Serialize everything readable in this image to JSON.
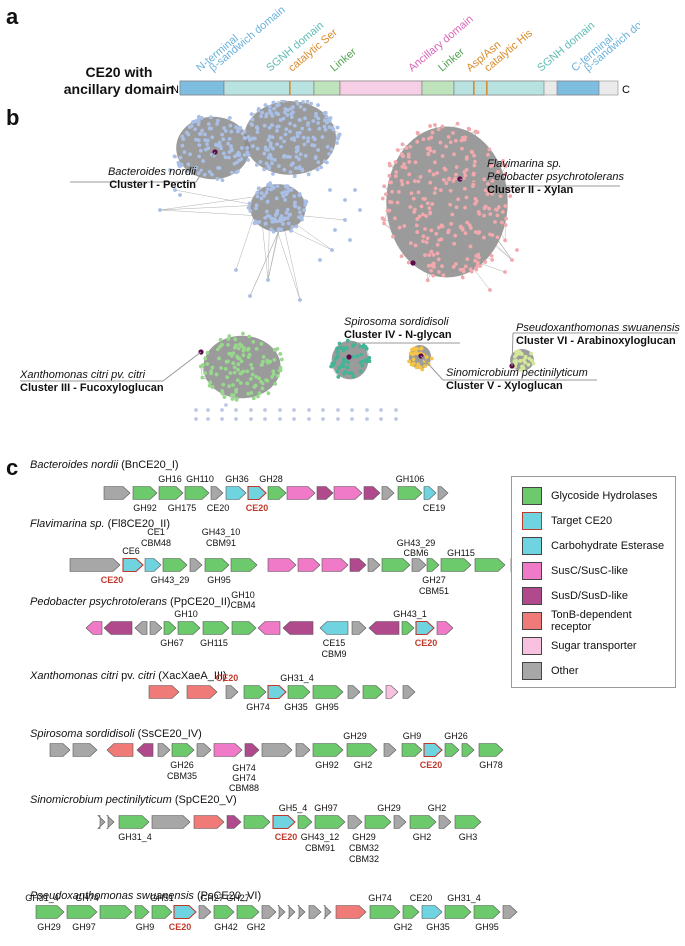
{
  "panels": {
    "a": "a",
    "b": "b",
    "c": "c"
  },
  "domain_architecture": {
    "title_line1": "CE20 with",
    "title_line2": "ancillary domain",
    "n_term": "N",
    "c_term": "C",
    "labels": [
      {
        "text": "N-terminal",
        "color": "#6ab2da"
      },
      {
        "text": "β-sandwich domain",
        "color": "#6ab2da"
      },
      {
        "text": "SGNH domain",
        "color": "#5fbcb4"
      },
      {
        "text": "catalytic Ser",
        "color": "#d98a2a"
      },
      {
        "text": "Linker",
        "color": "#4fa34f"
      },
      {
        "text": "Ancillary domain",
        "color": "#d766b8"
      },
      {
        "text": "Linker",
        "color": "#4fa34f"
      },
      {
        "text": "Asp/Asn",
        "color": "#d98a2a"
      },
      {
        "text": "catalytic His",
        "color": "#d98a2a"
      },
      {
        "text": "SGNH domain",
        "color": "#5fbcb4"
      },
      {
        "text": "C-terminal",
        "color": "#6ab2da"
      },
      {
        "text": "β-sandwich domain",
        "color": "#6ab2da"
      }
    ],
    "colors": {
      "sandwich": "#7fbde0",
      "sgnh": "#b8e2df",
      "linker": "#bfe3bd",
      "ancillary": "#f6cfe6",
      "site": "#d98a2a",
      "tail": "#e9e9e9"
    }
  },
  "clusters": [
    {
      "species": "Bacteroides nordii",
      "cluster": "Cluster I - Pectin",
      "color": "#a9bfe6"
    },
    {
      "species1": "Flavimarina sp.",
      "species2": "Pedobacter psychrotolerans",
      "cluster": "Cluster II - Xylan",
      "color": "#f2a9ad"
    },
    {
      "species": "Spirosoma sordidisoli",
      "cluster": "Cluster IV - N-glycan",
      "color": "#43b497"
    },
    {
      "species": "Pseudoxanthomonas swuanensis",
      "cluster": "Cluster VI - Arabinoxyloglucan",
      "color": "#d4e89a"
    },
    {
      "species": "Xanthomonas citri pv. citri",
      "cluster": "Cluster III - Fucoxyloglucan",
      "color": "#98d88c"
    },
    {
      "species": "Sinomicrobium pectinilyticum",
      "cluster": "Cluster V - Xyloglucan",
      "color": "#f6c445"
    }
  ],
  "legend": [
    {
      "label": "Glycoside Hydrolases",
      "color": "#6cc96c"
    },
    {
      "label": "Target CE20",
      "color": "#6fd3e0"
    },
    {
      "label": "Carbohydrate Esterase",
      "color": "#6fd3e0"
    },
    {
      "label": "SusC/SusC-like",
      "color": "#f07ac8"
    },
    {
      "label": "SusD/SusD-like",
      "color": "#b04a8c"
    },
    {
      "label": "TonB-dependent receptor",
      "color": "#f07a78"
    },
    {
      "label": "Sugar transporter",
      "color": "#f7c1df"
    },
    {
      "label": "Other",
      "color": "#a7a7a7"
    }
  ],
  "organisms": [
    {
      "name": "Bacteroides nordii",
      "code": "(BnCE20_I)"
    },
    {
      "name": "Flavimarina sp.",
      "code": "(Fl8CE20_II)"
    },
    {
      "name": "Pedobacter psychrotolerans",
      "code": "(PpCE20_II)"
    },
    {
      "name": "Xanthomonas citri",
      "mid": "pv.",
      "name2": "citri",
      "code": "(XacXaeA_III)"
    },
    {
      "name": "Spirosoma sordidisoli",
      "code": "(SsCE20_IV)"
    },
    {
      "name": "Sinomicrobium pectinilyticum",
      "code": "(SpCE20_V)"
    },
    {
      "name": "Pseudoxanthomonas swuanensis",
      "code": "(PsCE20_VI)"
    }
  ],
  "gene_labels": {
    "r1": [
      "GH16",
      "GH110",
      "GH36",
      "GH28",
      "GH106",
      "GH92",
      "GH175",
      "CE20",
      "CE20",
      "CE19"
    ],
    "r2": [
      "GH43_10",
      "CBM91",
      "CE1",
      "CBM48",
      "CE6",
      "CE20",
      "GH43_29",
      "GH95",
      "GH43_29",
      "CBM6",
      "GH115",
      "GH27",
      "CBM51"
    ],
    "r3": [
      "GH10",
      "CBM4",
      "GH10",
      "GH67",
      "GH115",
      "GH43_1",
      "CE15",
      "CBM9",
      "CE20"
    ],
    "r4": [
      "CE20",
      "GH31_4",
      "GH74",
      "GH35",
      "GH95"
    ],
    "r5": [
      "GH29",
      "GH9",
      "GH26",
      "GH26",
      "CBM35",
      "GH92",
      "GH2",
      "CE20",
      "GH78"
    ],
    "r6": [
      "GH74",
      "GH74",
      "CBM88",
      "GH5_4",
      "GH97",
      "GH29",
      "GH2",
      "GH31_4",
      "CE20",
      "GH43_12",
      "CBM91",
      "GH29",
      "CBM32",
      "CBM32",
      "GH2",
      "GH3"
    ],
    "r7": [
      "GH31_4",
      "GH74",
      "GH51",
      "GH27",
      "GH27",
      "GH74",
      "CE20",
      "GH31_4",
      "GH29",
      "GH97",
      "GH9",
      "CE20",
      "GH42",
      "GH2",
      "GH2",
      "GH35",
      "GH95"
    ]
  }
}
